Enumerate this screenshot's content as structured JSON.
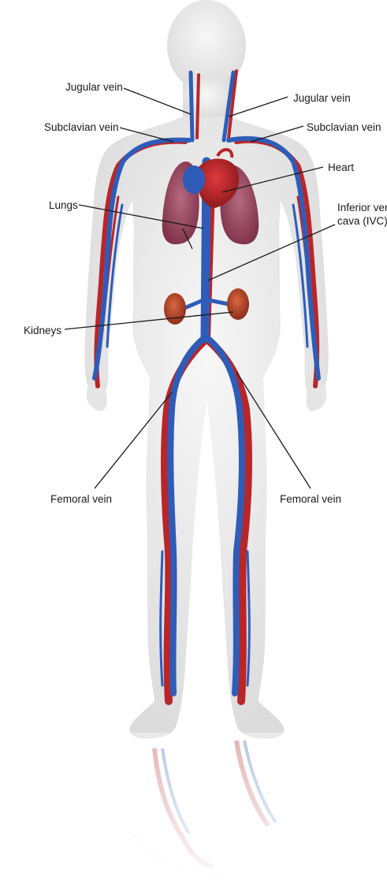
{
  "labels": {
    "jugular_left": "Jugular vein",
    "jugular_right": "Jugular vein",
    "subclavian_left": "Subclavian vein",
    "subclavian_right": "Subclavian vein",
    "heart": "Heart",
    "lungs": "Lungs",
    "ivc_line1": "Inferior ver",
    "ivc_line2": "cava (IVC)",
    "kidneys": "Kidneys",
    "femoral_left": "Femoral vein",
    "femoral_right": "Femoral vein"
  },
  "colors": {
    "body": "#ededed",
    "vein": "#2e5cb8",
    "artery": "#b8262a",
    "lung": "#9c4a63",
    "heart": "#c0272d",
    "kidney": "#b8442c"
  }
}
